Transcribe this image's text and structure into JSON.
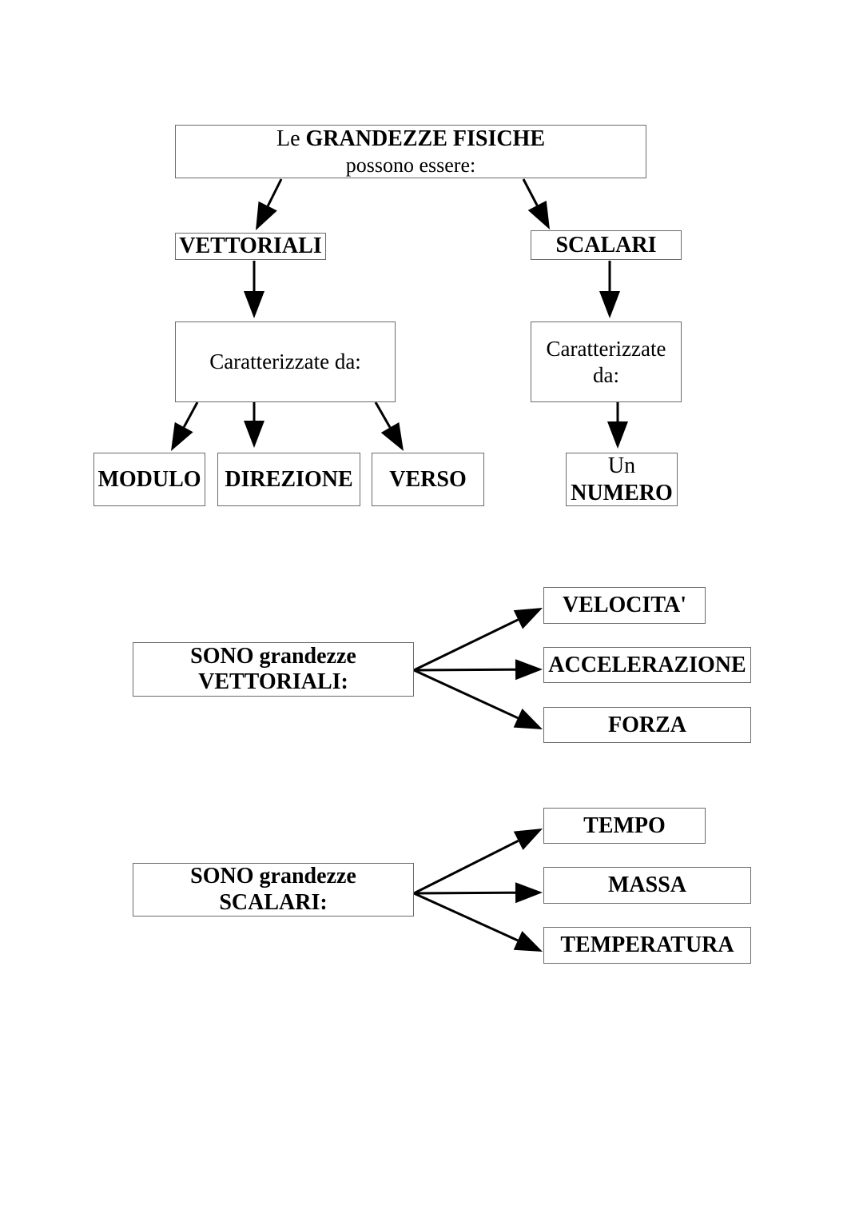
{
  "diagram": {
    "root": {
      "prefix": "Le",
      "title_bold": "GRANDEZZE FISICHE",
      "subtitle": "possono essere:"
    },
    "vector_branch": {
      "label": "VETTORIALI",
      "characterized_by": "Caratterizzate da:",
      "properties": [
        "MODULO",
        "DIREZIONE",
        "VERSO"
      ]
    },
    "scalar_branch": {
      "label": "SCALARI",
      "characterized_by_line1": "Caratterizzate",
      "characterized_by_line2": "da:",
      "property_line1": "Un",
      "property_line2": "NUMERO"
    },
    "vector_examples": {
      "source_line1": "SONO grandezze",
      "source_line2": "VETTORIALI:",
      "items": [
        "VELOCITA'",
        "ACCELERAZIONE",
        "FORZA"
      ]
    },
    "scalar_examples": {
      "source_line1": "SONO grandezze",
      "source_line2": "SCALARI:",
      "items": [
        "TEMPO",
        "MASSA",
        "TEMPERATURA"
      ]
    }
  }
}
